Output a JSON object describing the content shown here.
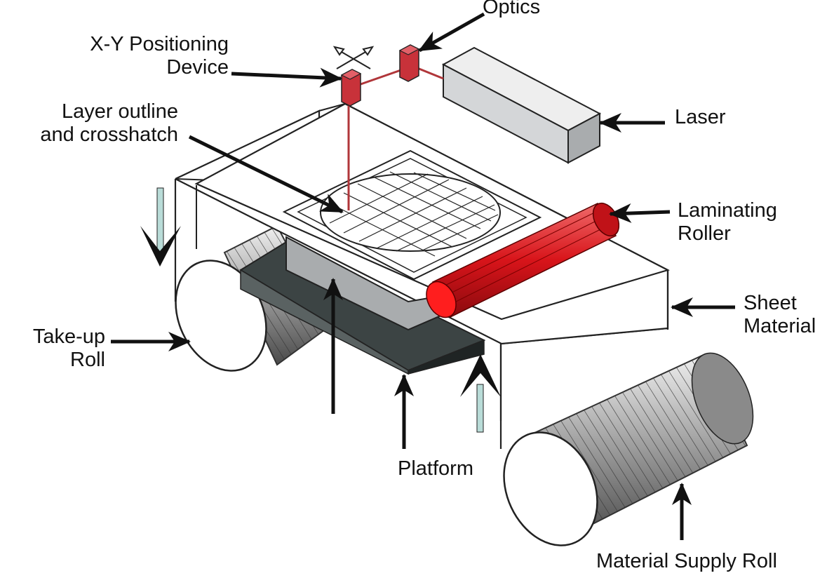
{
  "labels": {
    "optics": "Optics",
    "xy_device": [
      "X-Y Positioning",
      "Device"
    ],
    "layer_outline": [
      "Layer outline",
      "and crosshatch"
    ],
    "laser": "Laser",
    "laminating_roller": [
      "Laminating",
      "Roller"
    ],
    "sheet_material": [
      "Sheet",
      "Material"
    ],
    "takeup_roll": [
      "Take-up",
      "Roll"
    ],
    "platform": "Platform",
    "supply_roll": "Material Supply Roll"
  },
  "colors": {
    "laser_beam": "#b0363a",
    "roller_red": "#d8141a",
    "optics_red": "#c8323a",
    "laser_box": "#d4d6d8",
    "platform_dark": "#3c4444",
    "platform_light": "#a9acae",
    "indicator_arrow": "#b9dcd8",
    "arrow": "#111111"
  }
}
